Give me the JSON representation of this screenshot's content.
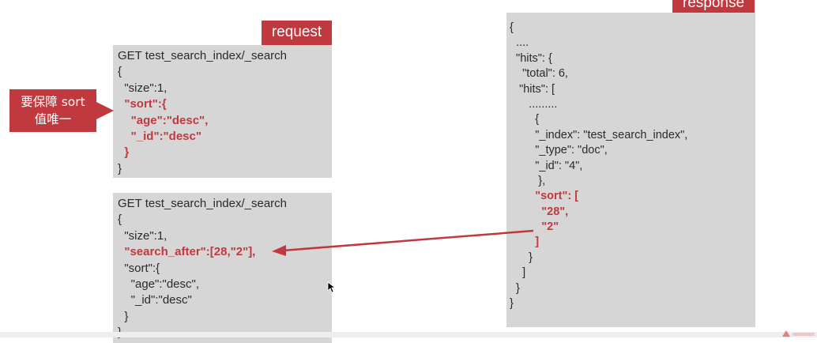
{
  "request_tag": "request",
  "response_tag": "response",
  "note": {
    "line1": "要保障 sort",
    "line2": "值唯一"
  },
  "request1": {
    "lines": [
      {
        "text": "GET test_search_index/_search",
        "hl": false
      },
      {
        "text": "{",
        "hl": false
      },
      {
        "text": "  \"size\":1,",
        "hl": false
      },
      {
        "text": "  \"sort\":{",
        "hl": true
      },
      {
        "text": "    \"age\":\"desc\",",
        "hl": true
      },
      {
        "text": "    \"_id\":\"desc\"",
        "hl": true
      },
      {
        "text": "  }",
        "hl": true
      },
      {
        "text": "}",
        "hl": false
      }
    ]
  },
  "request2": {
    "lines": [
      {
        "text": "GET test_search_index/_search",
        "hl": false
      },
      {
        "text": "{",
        "hl": false
      },
      {
        "text": "  \"size\":1,",
        "hl": false
      },
      {
        "text": "  \"search_after\":[28,\"2\"],",
        "hl": true
      },
      {
        "text": "  \"sort\":{",
        "hl": false
      },
      {
        "text": "    \"age\":\"desc\",",
        "hl": false
      },
      {
        "text": "    \"_id\":\"desc\"",
        "hl": false
      },
      {
        "text": "  }",
        "hl": false
      },
      {
        "text": "}",
        "hl": false
      }
    ]
  },
  "response": {
    "lines": [
      {
        "text": "{",
        "hl": false
      },
      {
        "text": "  ....",
        "hl": false
      },
      {
        "text": "  \"hits\": {",
        "hl": false
      },
      {
        "text": "    \"total\": 6,",
        "hl": false
      },
      {
        "text": "   \"hits\": [",
        "hl": false
      },
      {
        "text": "      .........",
        "hl": false
      },
      {
        "text": "        {",
        "hl": false
      },
      {
        "text": "        \"_index\": \"test_search_index\",",
        "hl": false
      },
      {
        "text": "        \"_type\": \"doc\",",
        "hl": false
      },
      {
        "text": "        \"_id\": \"4\",",
        "hl": false
      },
      {
        "text": "         },",
        "hl": false
      },
      {
        "text": "        \"sort\": [",
        "hl": true
      },
      {
        "text": "          \"28\",",
        "hl": true
      },
      {
        "text": "          \"2\"",
        "hl": true
      },
      {
        "text": "        ]",
        "hl": true
      },
      {
        "text": "      }",
        "hl": false
      },
      {
        "text": "    ]",
        "hl": false
      },
      {
        "text": "  }",
        "hl": false
      },
      {
        "text": "}",
        "hl": false
      }
    ]
  },
  "colors": {
    "accent": "#c0393f",
    "panel": "#d6d6d6",
    "text": "#2a2a2a"
  }
}
